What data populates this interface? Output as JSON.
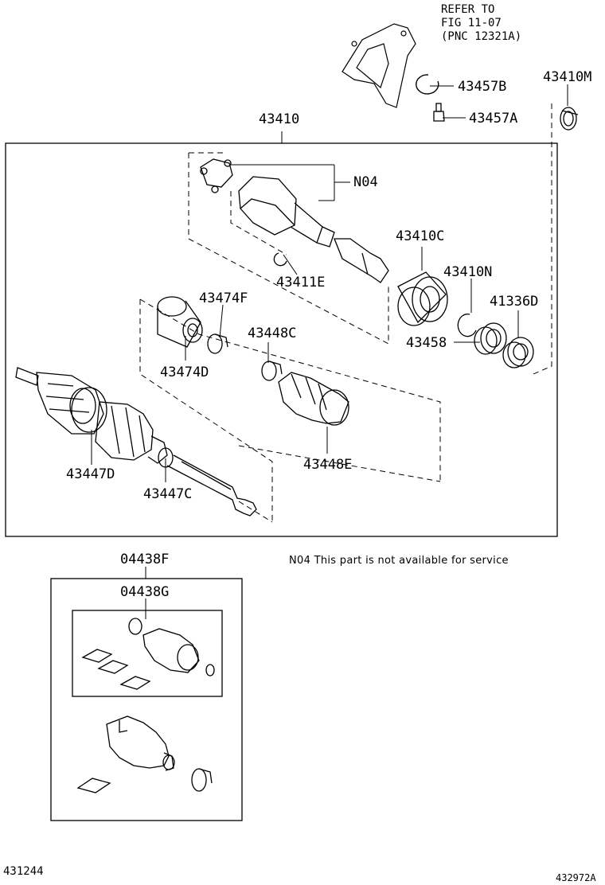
{
  "reference": {
    "line1": "REFER TO",
    "line2": "FIG 11-07",
    "line3": "(PNC 12321A)"
  },
  "labels": {
    "p43457B": "43457B",
    "p43457A": "43457A",
    "p43410M": "43410M",
    "p43410": "43410",
    "pN04": "N04",
    "p43410C": "43410C",
    "p43411E": "43411E",
    "p43410N": "43410N",
    "p43474F": "43474F",
    "p41336D": "41336D",
    "p43448C": "43448C",
    "p43458": "43458",
    "p43474D": "43474D",
    "p43448E": "43448E",
    "p43447D": "43447D",
    "p43447C": "43447C",
    "p04438F": "04438F",
    "p04438G": "04438G"
  },
  "note": "N04 This part is not available for service",
  "footer": {
    "left_code": "431244",
    "right_code": "432972A"
  }
}
